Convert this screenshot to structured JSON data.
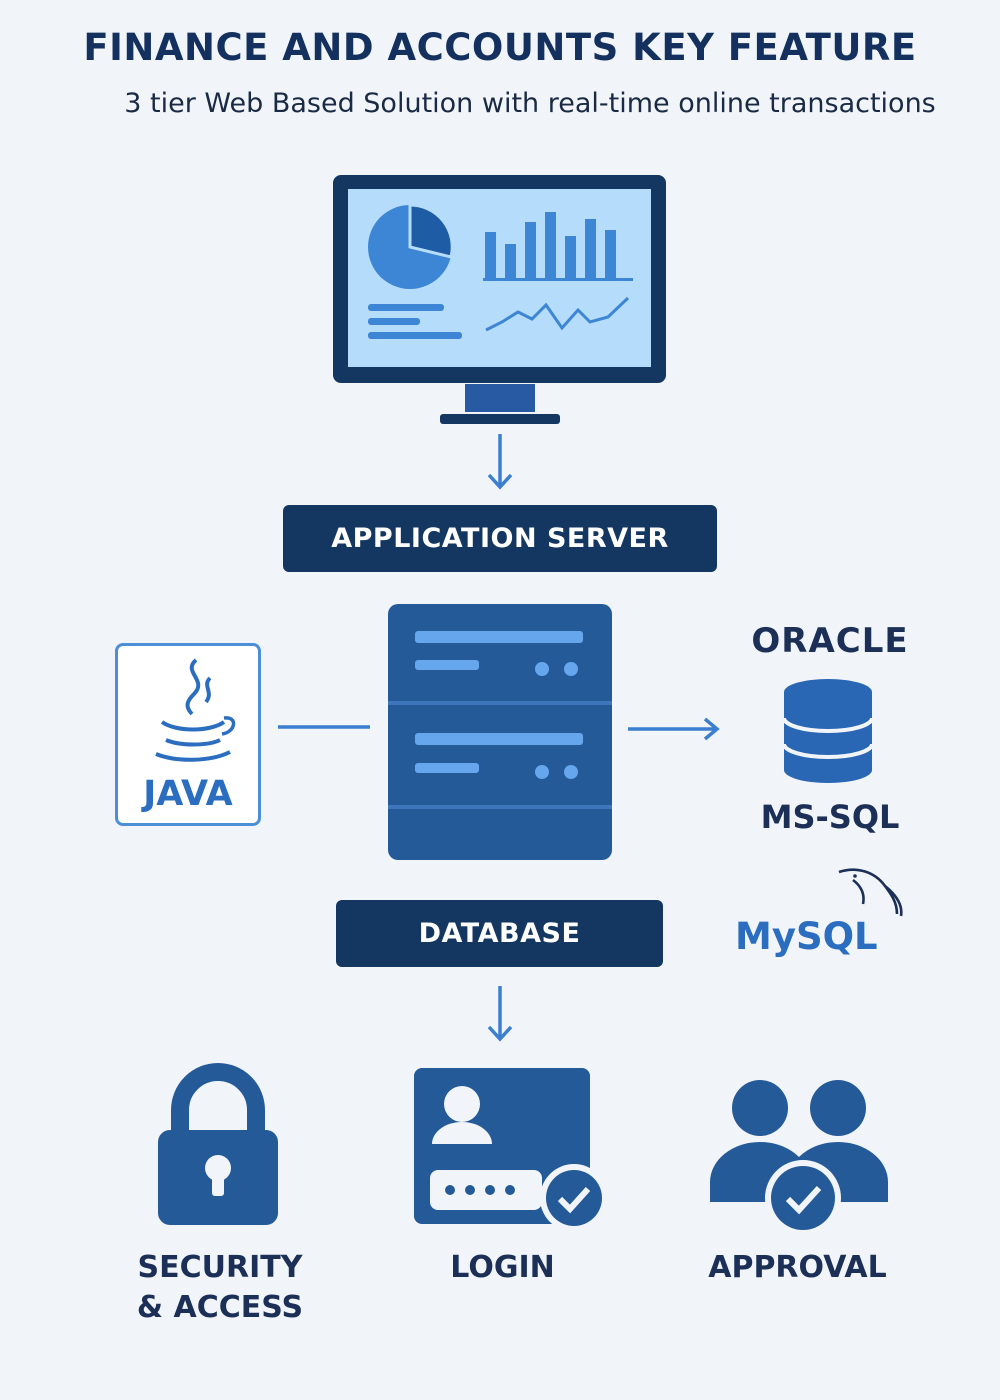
{
  "header": {
    "title": "FINANCE AND ACCOUNTS KEY FEATURE",
    "subtitle": "3 tier Web Based Solution with real-time online transactions"
  },
  "tiers": {
    "application_server": "APPLICATION SERVER",
    "database": "DATABASE"
  },
  "technologies": {
    "java": "JAVA",
    "oracle": "ORACLE",
    "mssql": "MS-SQL",
    "mysql": "MySQL"
  },
  "features": {
    "security_line1": "SECURITY",
    "security_line2": "& ACCESS",
    "login": "LOGIN",
    "approval": "APPROVAL"
  },
  "icons": [
    "monitor-dashboard-icon",
    "server-icon",
    "java-icon",
    "database-cylinder-icon",
    "mysql-dolphin-icon",
    "padlock-icon",
    "login-card-icon",
    "approval-users-icon"
  ],
  "colors": {
    "navy": "#143761",
    "primary_blue": "#2b5d9b",
    "light_blue": "#4a8fd8",
    "screen_blue": "#b5dcfb"
  }
}
